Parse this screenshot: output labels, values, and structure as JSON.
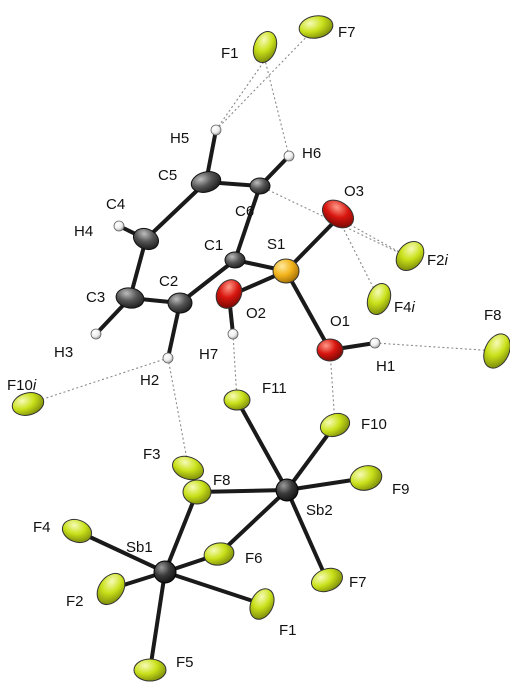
{
  "colors": {
    "carbon": "#3a3a3a",
    "hydrogen": "#f2f2f2",
    "oxygen": "#d8160f",
    "sulfur": "#f3b51c",
    "fluorine": "#c9e11a",
    "antimony": "#2b2b2b"
  },
  "labels": {
    "F1_top": "F1",
    "F7_top": "F7",
    "H5": "H5",
    "H6": "H6",
    "C5": "C5",
    "C4": "C4",
    "C6": "C6",
    "H4": "H4",
    "O3": "O3",
    "C1": "C1",
    "S1": "S1",
    "F2i": "F2",
    "C3": "C3",
    "C2": "C2",
    "O2": "O2",
    "F4i": "F4",
    "O1": "O1",
    "F8_right": "F8",
    "H3": "H3",
    "H7": "H7",
    "H1": "H1",
    "F10i": "F10",
    "H2": "H2",
    "F11": "F11",
    "F10": "F10",
    "F3": "F3",
    "F8": "F8",
    "F9": "F9",
    "Sb2": "Sb2",
    "F4": "F4",
    "Sb1": "Sb1",
    "F6": "F6",
    "F2": "F2",
    "F7": "F7",
    "F1": "F1",
    "F5": "F5",
    "sym": "i"
  }
}
